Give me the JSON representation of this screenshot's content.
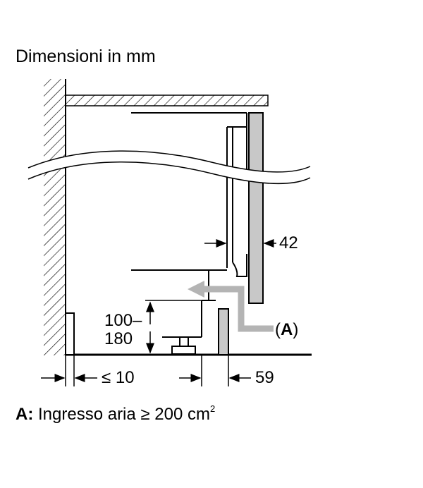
{
  "title": "Dimensioni in mm",
  "dimensions": {
    "panel_thickness": "42",
    "plinth_height_top": "100–",
    "plinth_height_bottom": "180",
    "gap_max": "≤ 10",
    "plinth_depth": "59"
  },
  "callout": {
    "open": "(",
    "letter": "A",
    "close": ")"
  },
  "legend": {
    "key": "A:",
    "text": "Ingresso aria ≥ 200 cm",
    "superscript": "2"
  },
  "colors": {
    "line": "#000000",
    "panel_fill": "#c8c8c8",
    "airflow_arrow": "#b4b4b4"
  }
}
